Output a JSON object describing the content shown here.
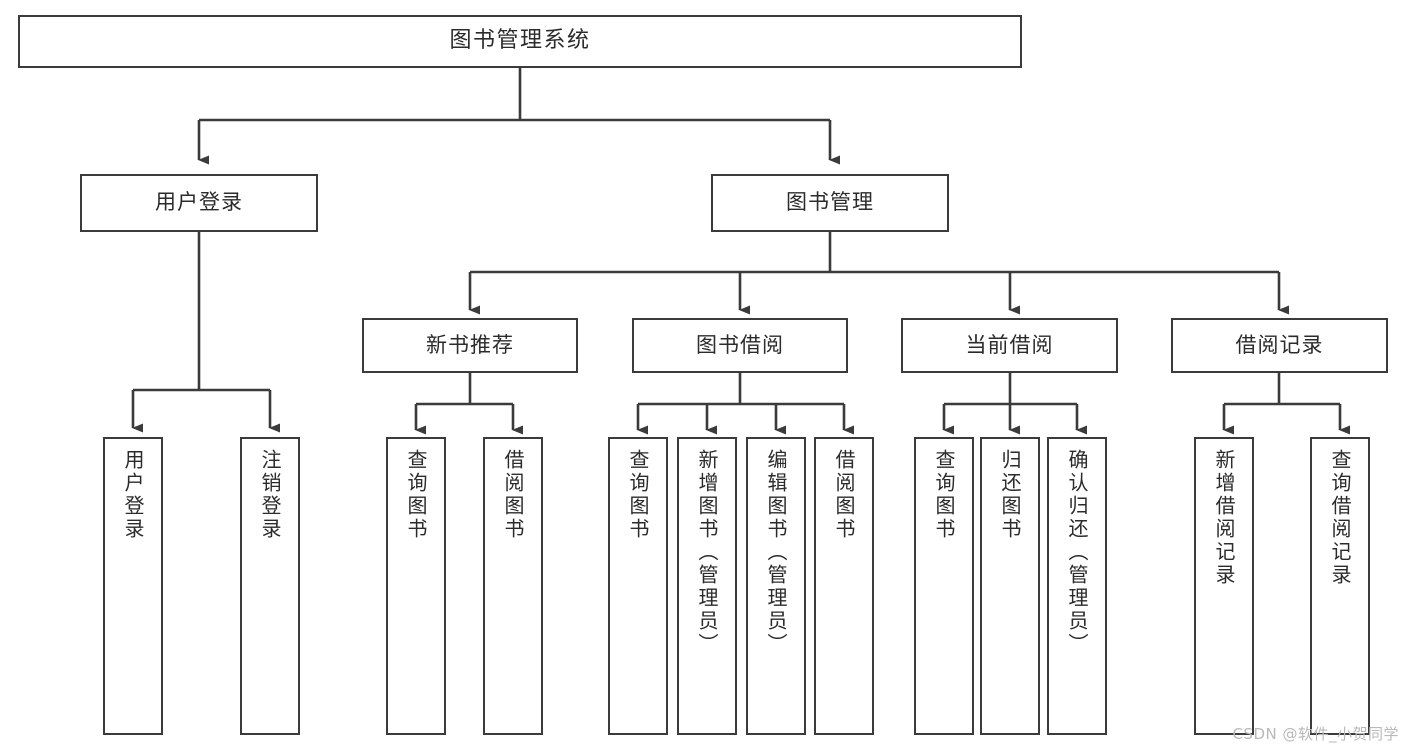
{
  "diagram": {
    "title": "图书管理系统",
    "type": "hierarchy-tree",
    "orientation": "top-down",
    "line_color": "#3b3b3b",
    "box_fill": "#ffffff",
    "text_color": "#2b2b2b"
  },
  "root": {
    "label": "图书管理系统"
  },
  "level1": [
    {
      "label": "用户登录"
    },
    {
      "label": "图书管理"
    }
  ],
  "level2": [
    {
      "label": "新书推荐"
    },
    {
      "label": "图书借阅"
    },
    {
      "label": "当前借阅"
    },
    {
      "label": "借阅记录"
    }
  ],
  "leaves": {
    "user_login": [
      {
        "label": "用户登录"
      },
      {
        "label": "注销登录"
      }
    ],
    "new_book_recommend": [
      {
        "label": "查询图书"
      },
      {
        "label": "借阅图书"
      }
    ],
    "book_borrow": [
      {
        "label": "查询图书"
      },
      {
        "label": "新增图书（管理员）"
      },
      {
        "label": "编辑图书（管理员）"
      },
      {
        "label": "借阅图书"
      }
    ],
    "current_borrow": [
      {
        "label": "查询图书"
      },
      {
        "label": "归还图书"
      },
      {
        "label": "确认归还（管理员）"
      }
    ],
    "borrow_record": [
      {
        "label": "新增借阅记录"
      },
      {
        "label": "查询借阅记录"
      }
    ]
  },
  "watermark": {
    "text": "CSDN @软件_小贺同学"
  }
}
